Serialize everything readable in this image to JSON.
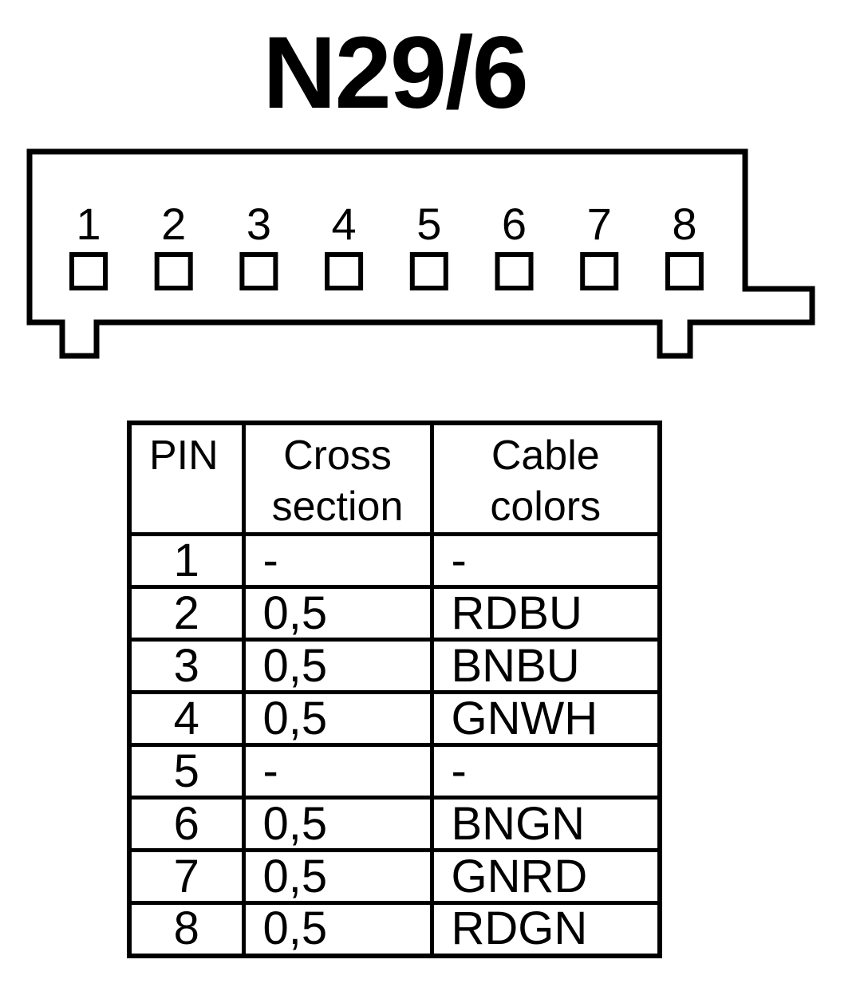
{
  "title": "N29/6",
  "connector": {
    "pins": [
      "1",
      "2",
      "3",
      "4",
      "5",
      "6",
      "7",
      "8"
    ]
  },
  "table": {
    "headers": {
      "pin": "PIN",
      "cross_line1": "Cross",
      "cross_line2": "section",
      "color_line1": "Cable",
      "color_line2": "colors"
    },
    "rows": [
      {
        "pin": "1",
        "cross_section": "-",
        "cable_color": "-"
      },
      {
        "pin": "2",
        "cross_section": "0,5",
        "cable_color": "RDBU"
      },
      {
        "pin": "3",
        "cross_section": "0,5",
        "cable_color": "BNBU"
      },
      {
        "pin": "4",
        "cross_section": "0,5",
        "cable_color": "GNWH"
      },
      {
        "pin": "5",
        "cross_section": "-",
        "cable_color": "-"
      },
      {
        "pin": "6",
        "cross_section": "0,5",
        "cable_color": "BNGN"
      },
      {
        "pin": "7",
        "cross_section": "0,5",
        "cable_color": "GNRD"
      },
      {
        "pin": "8",
        "cross_section": "0,5",
        "cable_color": "RDGN"
      }
    ]
  }
}
